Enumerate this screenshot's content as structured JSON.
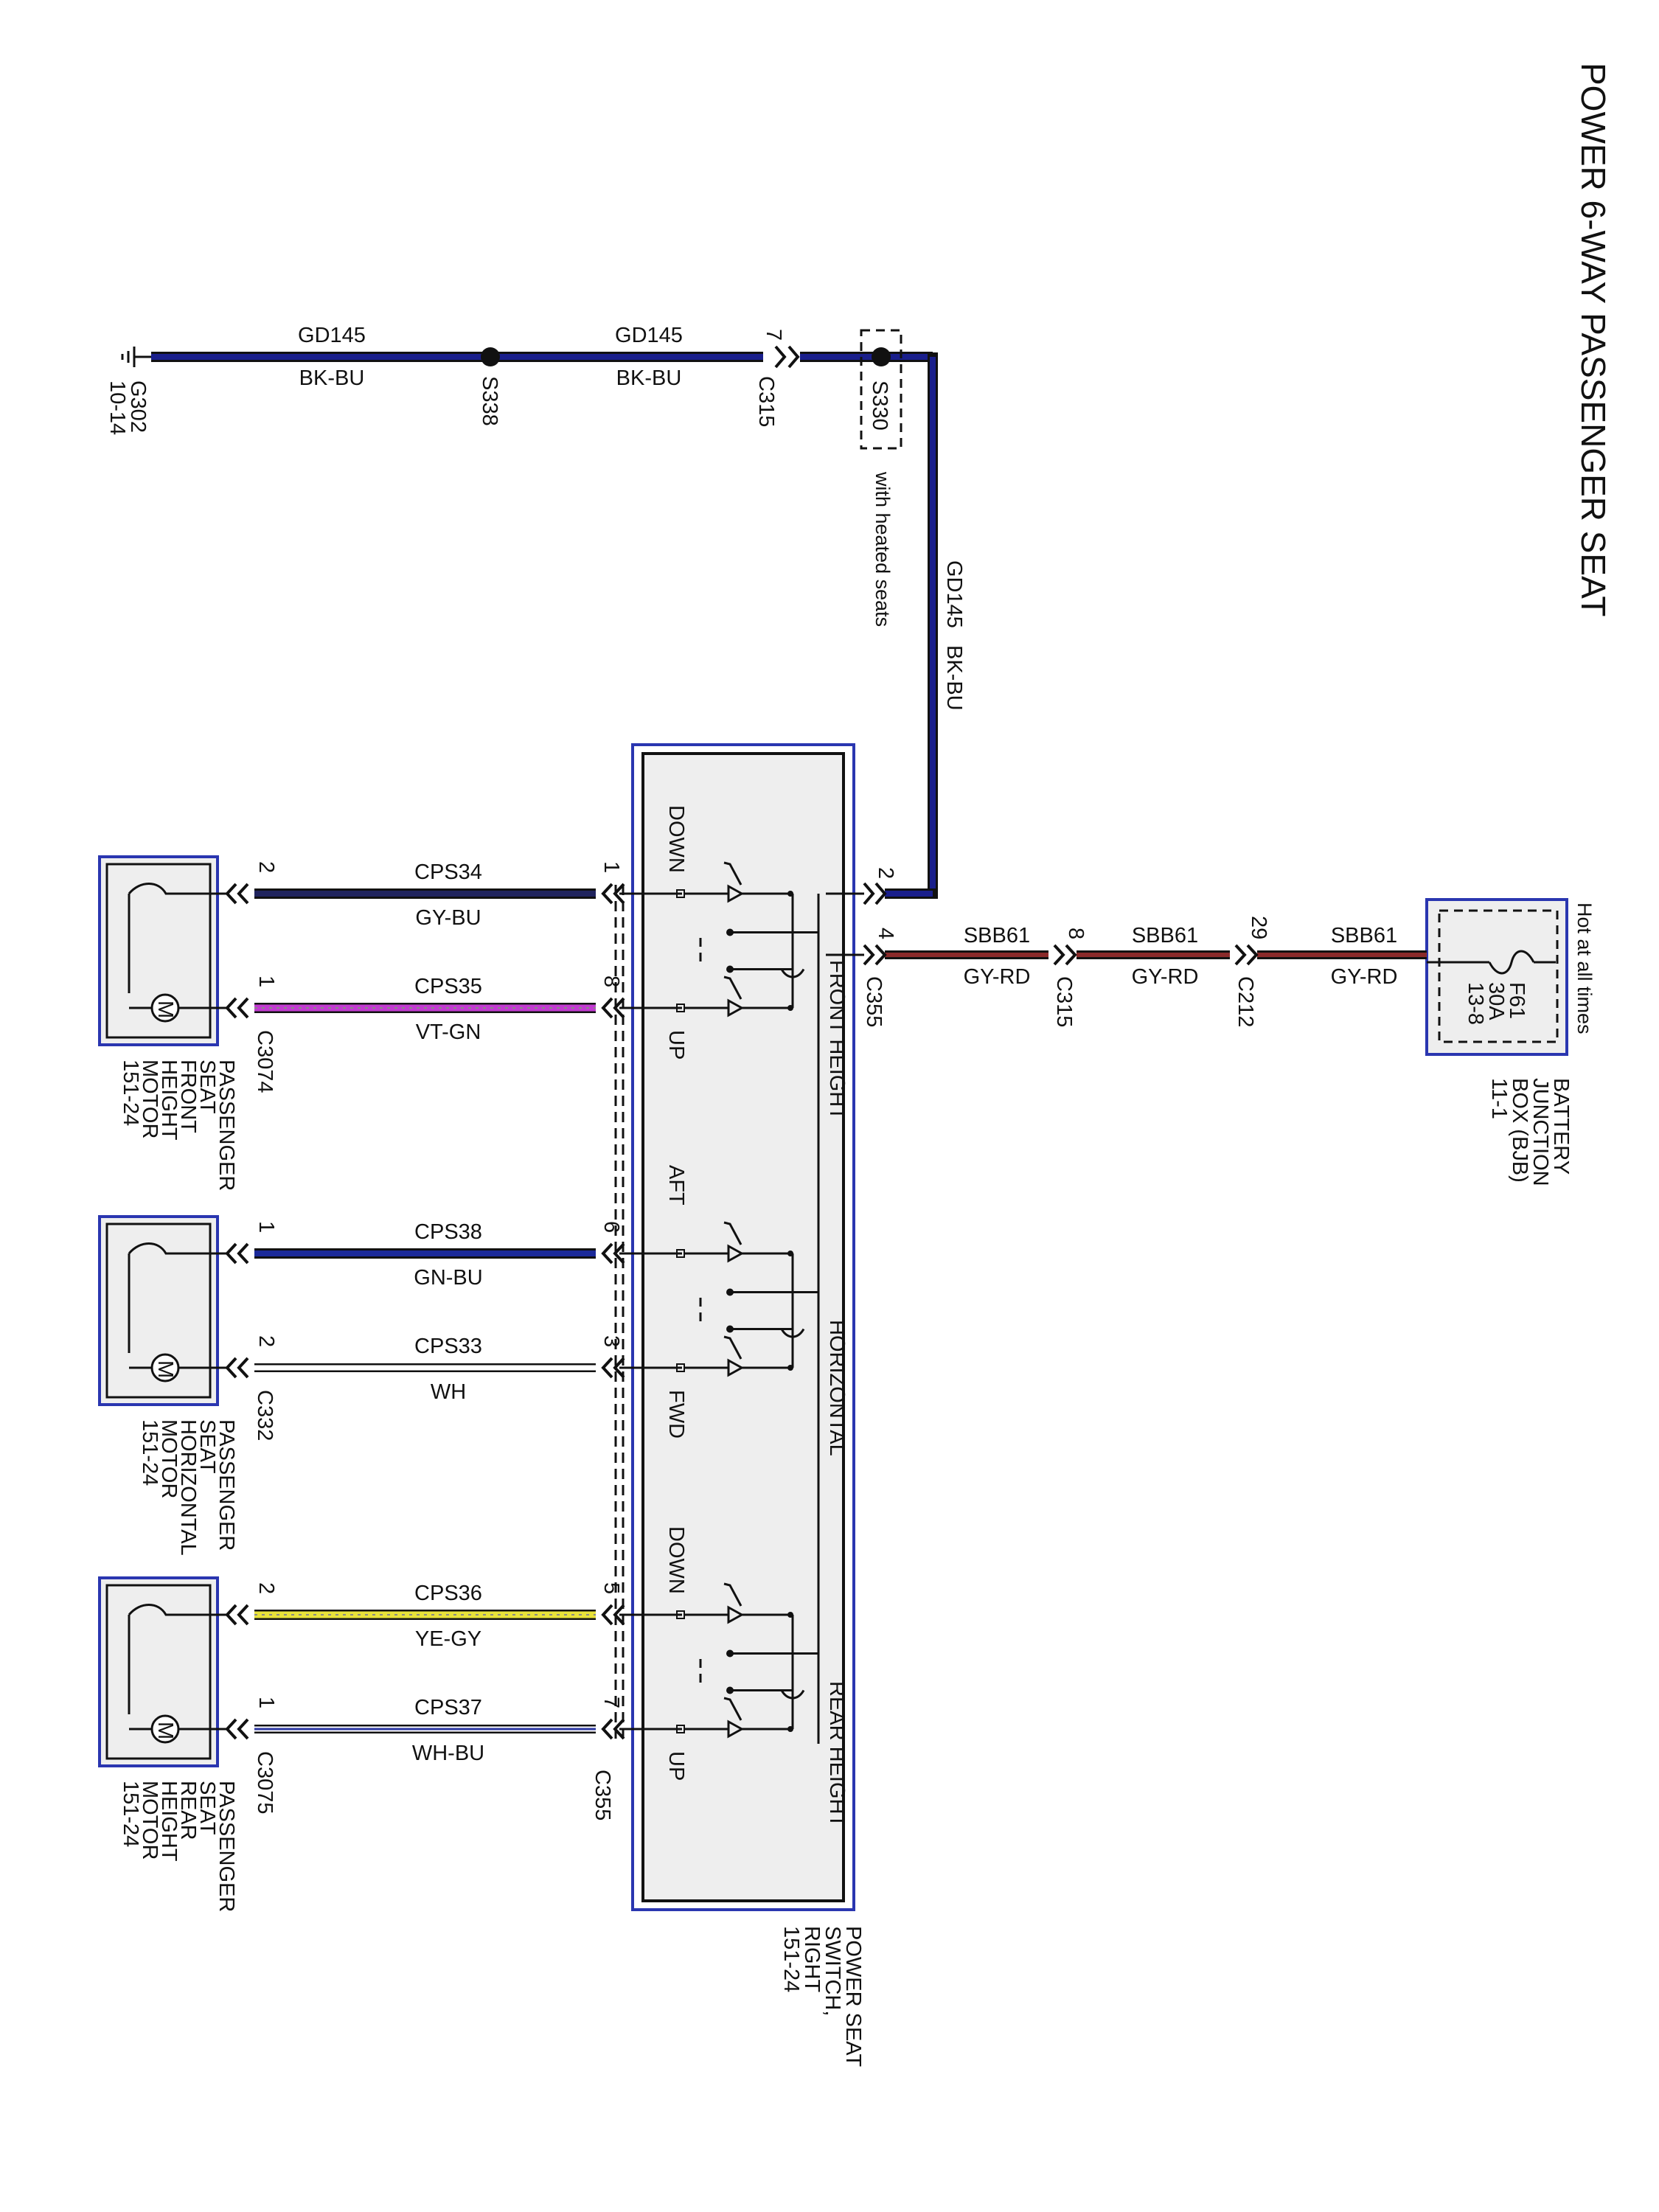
{
  "title": "POWER 6-WAY PASSENGER SEAT",
  "colors": {
    "black": "#111111",
    "bk_bu": "#1a1f8c",
    "gy_rd": "#8a2a2a",
    "gy_bu": "#20245e",
    "vt_gn": "#c23bd1",
    "gn_bu": "#1b2a9a",
    "wh": "#ffffff",
    "ye_gy": "#e8e23a",
    "wh_bu": "#2a35a0",
    "box_fill": "#eeeeee",
    "box_border": "#2a36b0"
  },
  "ground": {
    "name": "G302",
    "ref": "10-14",
    "splice_1": "S338",
    "connector": "C315",
    "connector_pin": "7",
    "splice_2": "S330",
    "splice_2_note": "with heated seats",
    "segments": [
      {
        "circuit": "GD145",
        "color": "BK-BU"
      },
      {
        "circuit": "GD145",
        "color": "BK-BU"
      },
      {
        "circuit": "GD145",
        "color": "BK-BU"
      }
    ]
  },
  "power": {
    "hot_note": "Hot at all times",
    "fuse_name": "F61",
    "fuse_rating": "30A",
    "fuse_ref": "13-8",
    "bjb_lines": [
      "BATTERY",
      "JUNCTION",
      "BOX (BJB)",
      "11-1"
    ],
    "segments": [
      {
        "circuit": "SBB61",
        "color": "GY-RD"
      },
      {
        "circuit": "SBB61",
        "color": "GY-RD"
      },
      {
        "circuit": "SBB61",
        "color": "GY-RD"
      }
    ],
    "c212_pin": "29",
    "c212": "C212",
    "c315_pin": "8",
    "c315": "C315",
    "c355_pin": "4",
    "c355": "C355"
  },
  "switch": {
    "gnd_pin": "2",
    "label_lines": [
      "POWER SEAT",
      "SWITCH,",
      "RIGHT",
      "151-24"
    ],
    "connector_bottom": "C355",
    "groups": [
      {
        "name": "FRONT HEIGHT",
        "pos_a": "DOWN",
        "pos_b": "UP"
      },
      {
        "name": "HORIZONTAL",
        "pos_a": "AFT",
        "pos_b": "FWD"
      },
      {
        "name": "REAR HEIGHT",
        "pos_a": "DOWN",
        "pos_b": "UP"
      }
    ]
  },
  "wires": [
    {
      "circuit": "CPS34",
      "color": "GY-BU",
      "switch_pin": "1",
      "motor_pin": "2"
    },
    {
      "circuit": "CPS35",
      "color": "VT-GN",
      "switch_pin": "8",
      "motor_pin": "1"
    },
    {
      "circuit": "CPS38",
      "color": "GN-BU",
      "switch_pin": "6",
      "motor_pin": "1"
    },
    {
      "circuit": "CPS33",
      "color": "WH",
      "switch_pin": "3",
      "motor_pin": "2"
    },
    {
      "circuit": "CPS36",
      "color": "YE-GY",
      "switch_pin": "5",
      "motor_pin": "2"
    },
    {
      "circuit": "CPS37",
      "color": "WH-BU",
      "switch_pin": "7",
      "motor_pin": "1"
    }
  ],
  "motors": [
    {
      "connector": "C3074",
      "label_lines": [
        "PASSENGER",
        "SEAT",
        "FRONT",
        "HEIGHT",
        "MOTOR",
        "151-24"
      ]
    },
    {
      "connector": "C332",
      "label_lines": [
        "PASSENGER",
        "SEAT",
        "HORIZONTAL",
        "MOTOR",
        "151-24"
      ]
    },
    {
      "connector": "C3075",
      "label_lines": [
        "PASSENGER",
        "SEAT",
        "REAR",
        "HEIGHT",
        "MOTOR",
        "151-24"
      ]
    }
  ],
  "motor_symbol": "M"
}
